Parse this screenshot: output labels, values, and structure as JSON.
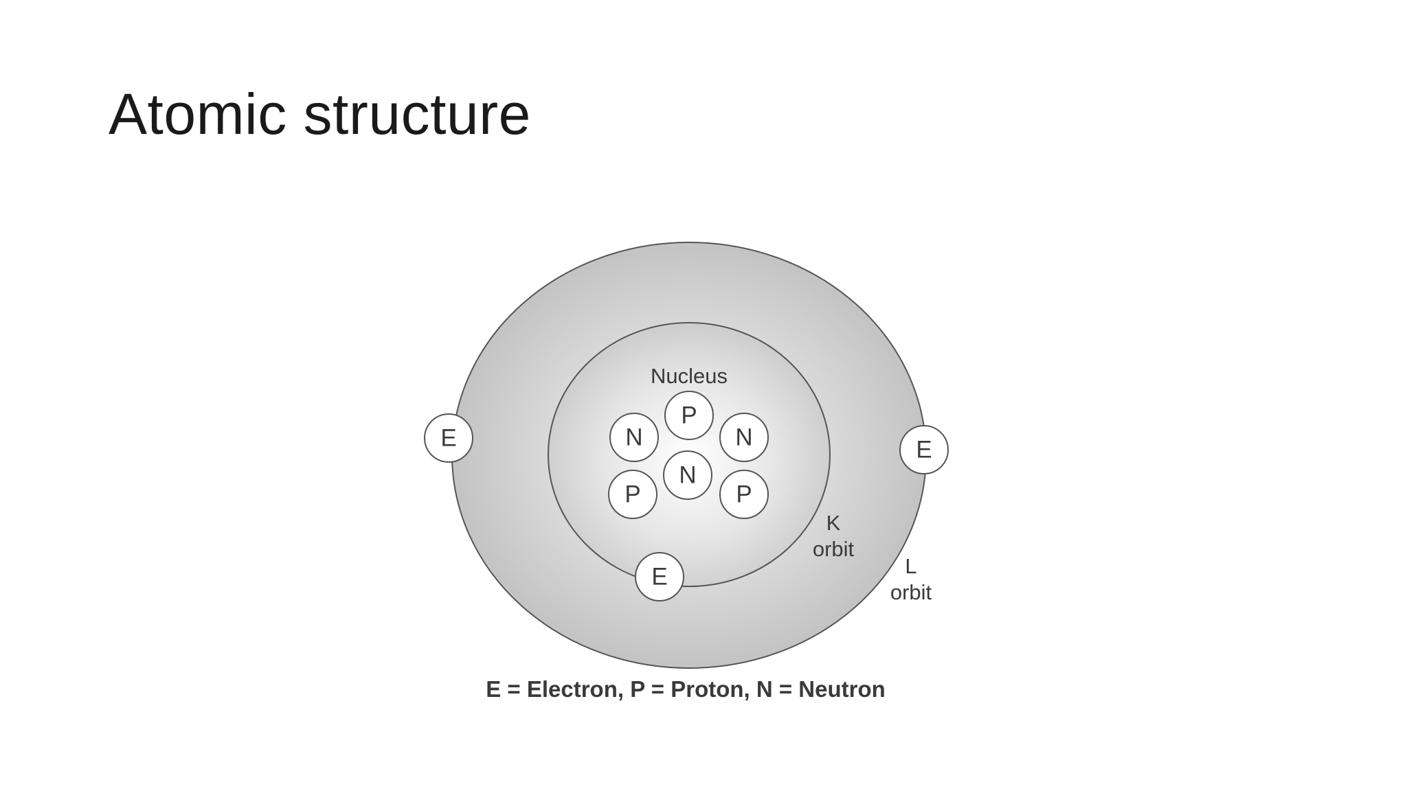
{
  "slide": {
    "title": "Atomic structure"
  },
  "diagram": {
    "nucleus_label": "Nucleus",
    "nucleus_particles": [
      "P",
      "N",
      "N",
      "N",
      "P",
      "P"
    ],
    "electrons": [
      "E",
      "E",
      "E"
    ],
    "inner_orbit": {
      "letter": "K",
      "word": "orbit"
    },
    "outer_orbit": {
      "letter": "L",
      "word": "orbit"
    },
    "legend": "E = Electron, P = Proton, N = Neutron",
    "colors": {
      "outer_ring": "#c6c6c6",
      "inner_disc_center": "#ffffff",
      "particle_fill": "#ffffff",
      "stroke": "#555555"
    }
  }
}
